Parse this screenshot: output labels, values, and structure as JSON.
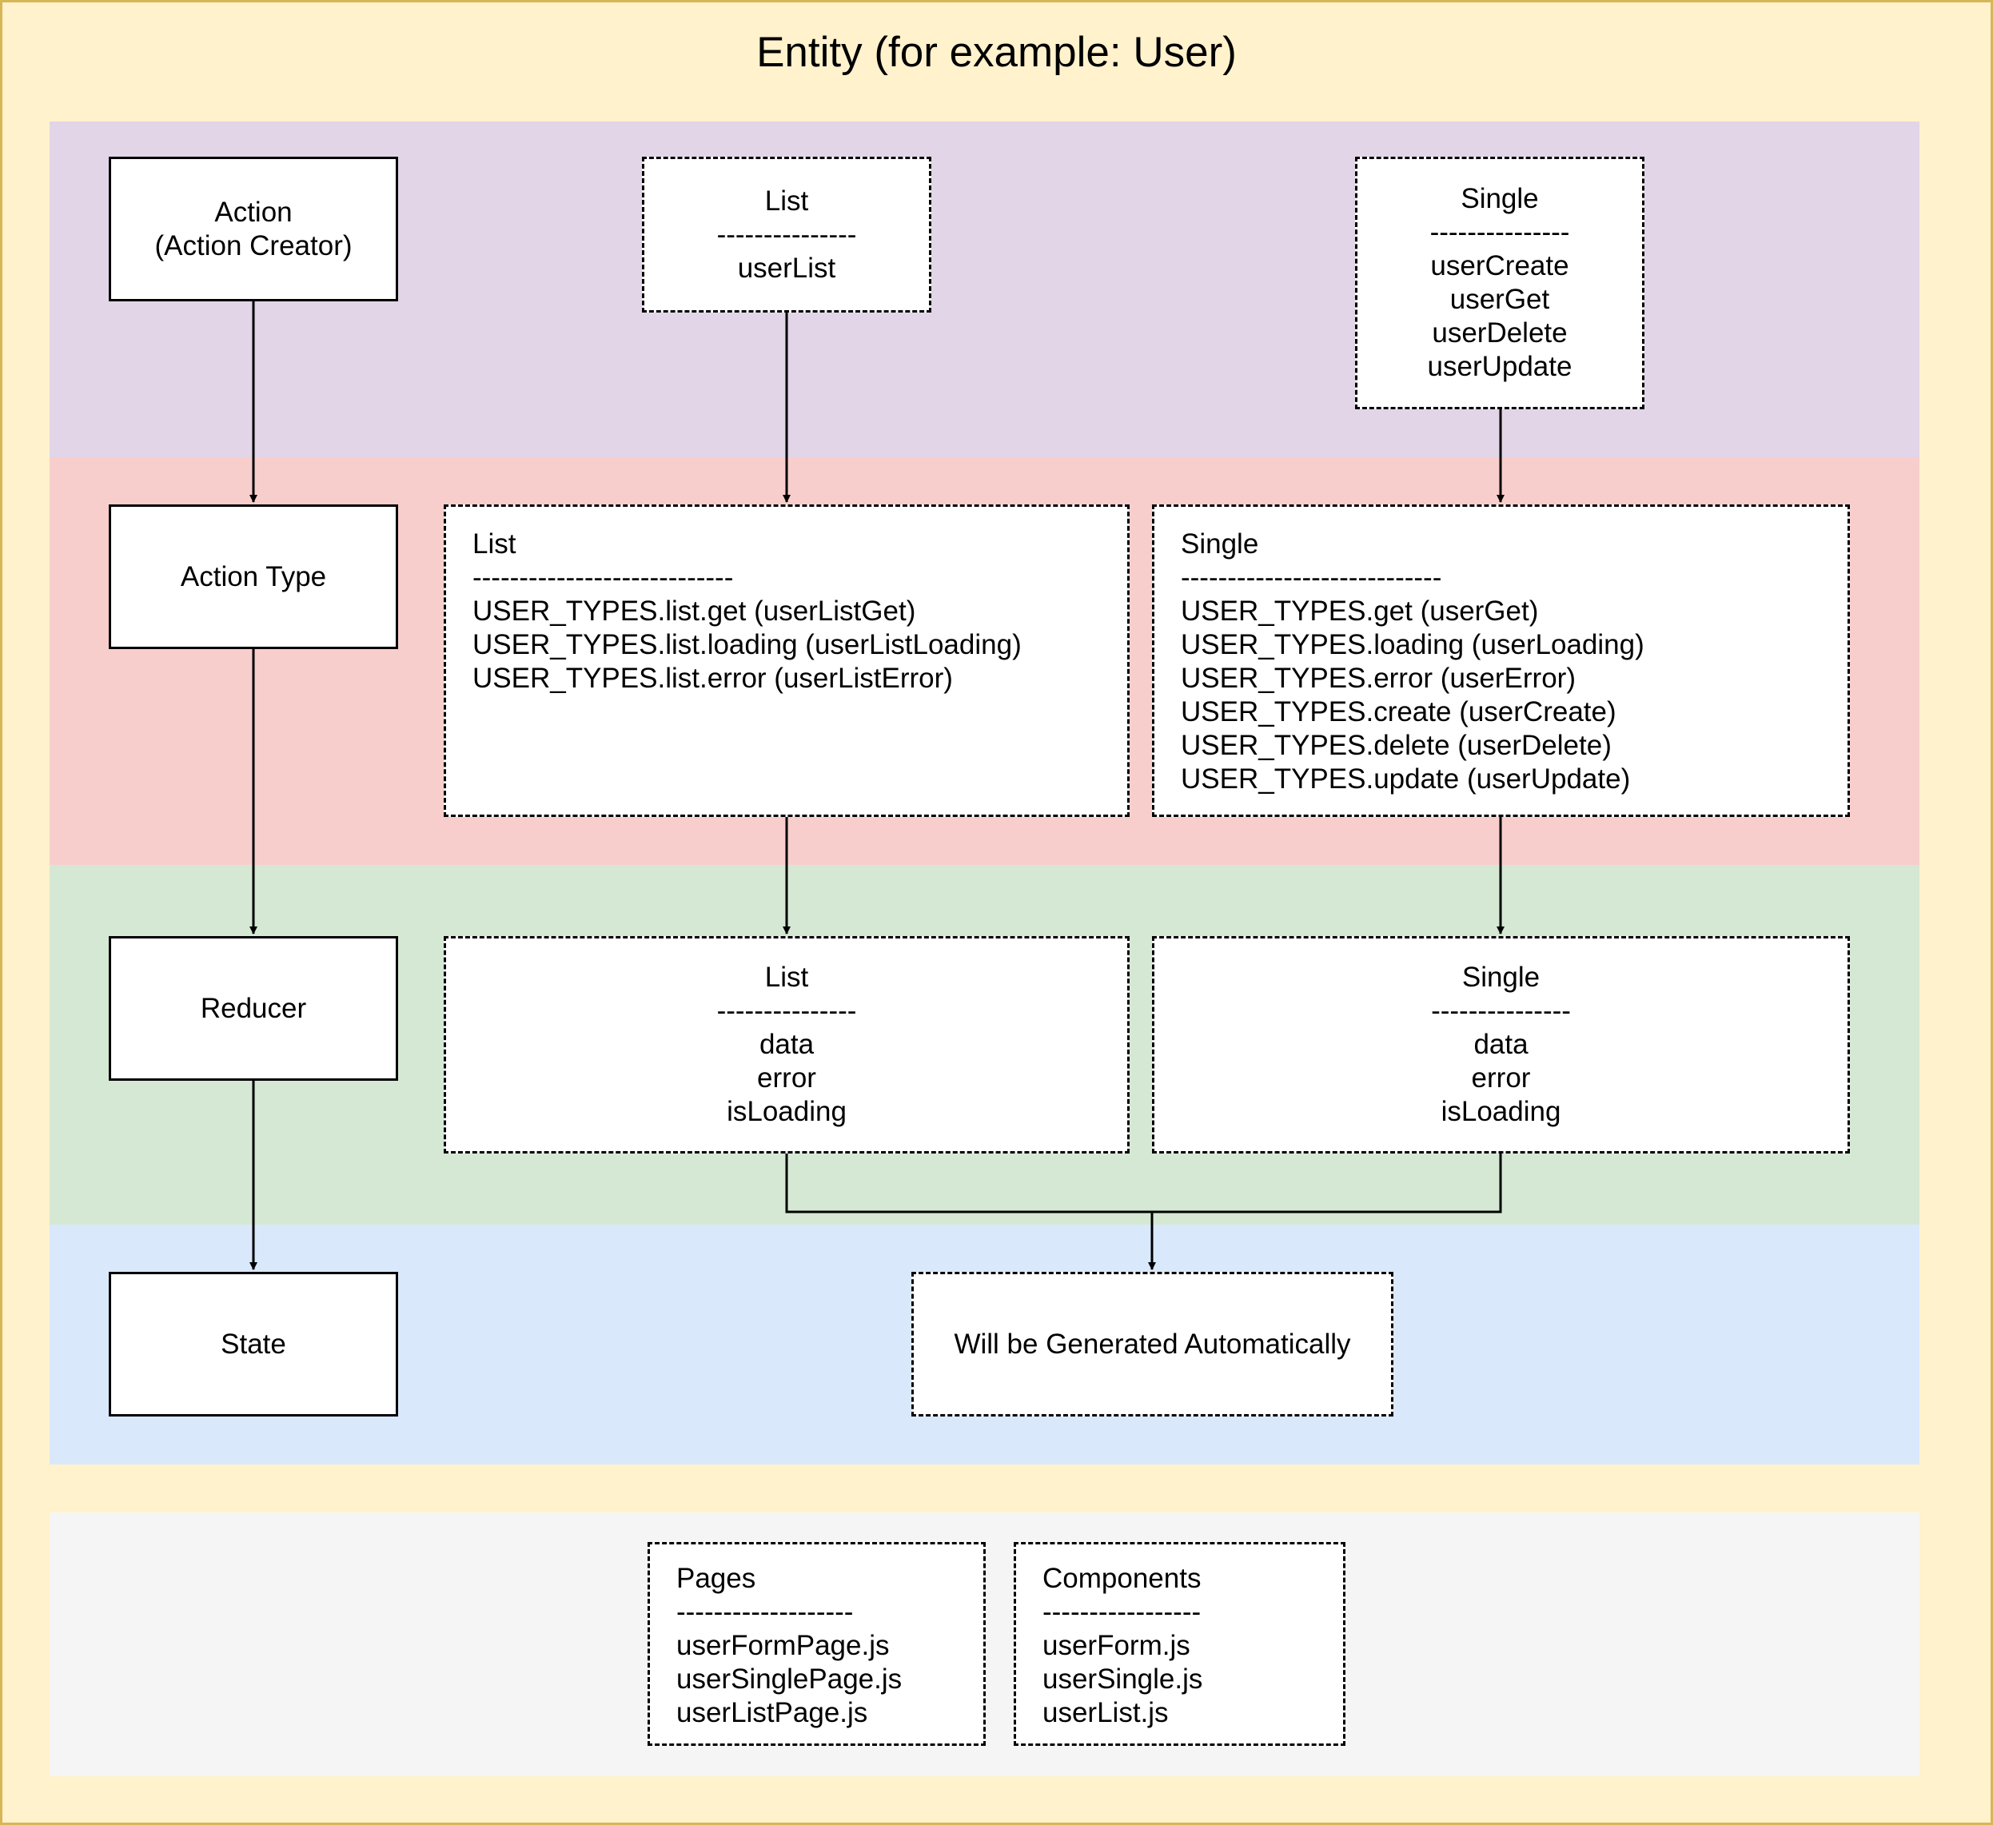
{
  "title": "Entity (for example: User)",
  "left_column": {
    "action": [
      "Action",
      "(Action Creator)"
    ],
    "action_type": "Action Type",
    "reducer": "Reducer",
    "state": "State"
  },
  "action_row": {
    "list": [
      "List",
      "---------------",
      "userList"
    ],
    "single": [
      "Single",
      "---------------",
      "userCreate",
      "userGet",
      "userDelete",
      "userUpdate"
    ]
  },
  "action_type_row": {
    "list": [
      "List",
      "----------------------------",
      "USER_TYPES.list.get (userListGet)",
      "USER_TYPES.list.loading (userListLoading)",
      "USER_TYPES.list.error (userListError)"
    ],
    "single": [
      "Single",
      "----------------------------",
      "USER_TYPES.get (userGet)",
      "USER_TYPES.loading (userLoading)",
      "USER_TYPES.error (userError)",
      "USER_TYPES.create (userCreate)",
      "USER_TYPES.delete (userDelete)",
      "USER_TYPES.update (userUpdate)"
    ]
  },
  "reducer_row": {
    "list": [
      "List",
      "---------------",
      "data",
      "error",
      "isLoading"
    ],
    "single": [
      "Single",
      "---------------",
      "data",
      "error",
      "isLoading"
    ]
  },
  "state_row": {
    "generated": "Will be Generated Automatically"
  },
  "files_row": {
    "pages": [
      "Pages",
      "-------------------",
      "userFormPage.js",
      "userSinglePage.js",
      "userListPage.js"
    ],
    "components": [
      "Components",
      "-----------------",
      "userForm.js",
      "userSingle.js",
      "userList.js"
    ]
  },
  "colors": {
    "outer_bg": "#fff2cc",
    "action_band": "#e1d5e7",
    "action_type_band": "#f8cecc",
    "reducer_band": "#d5e8d4",
    "state_band": "#dae8fc",
    "files_band": "#f5f5f5"
  }
}
